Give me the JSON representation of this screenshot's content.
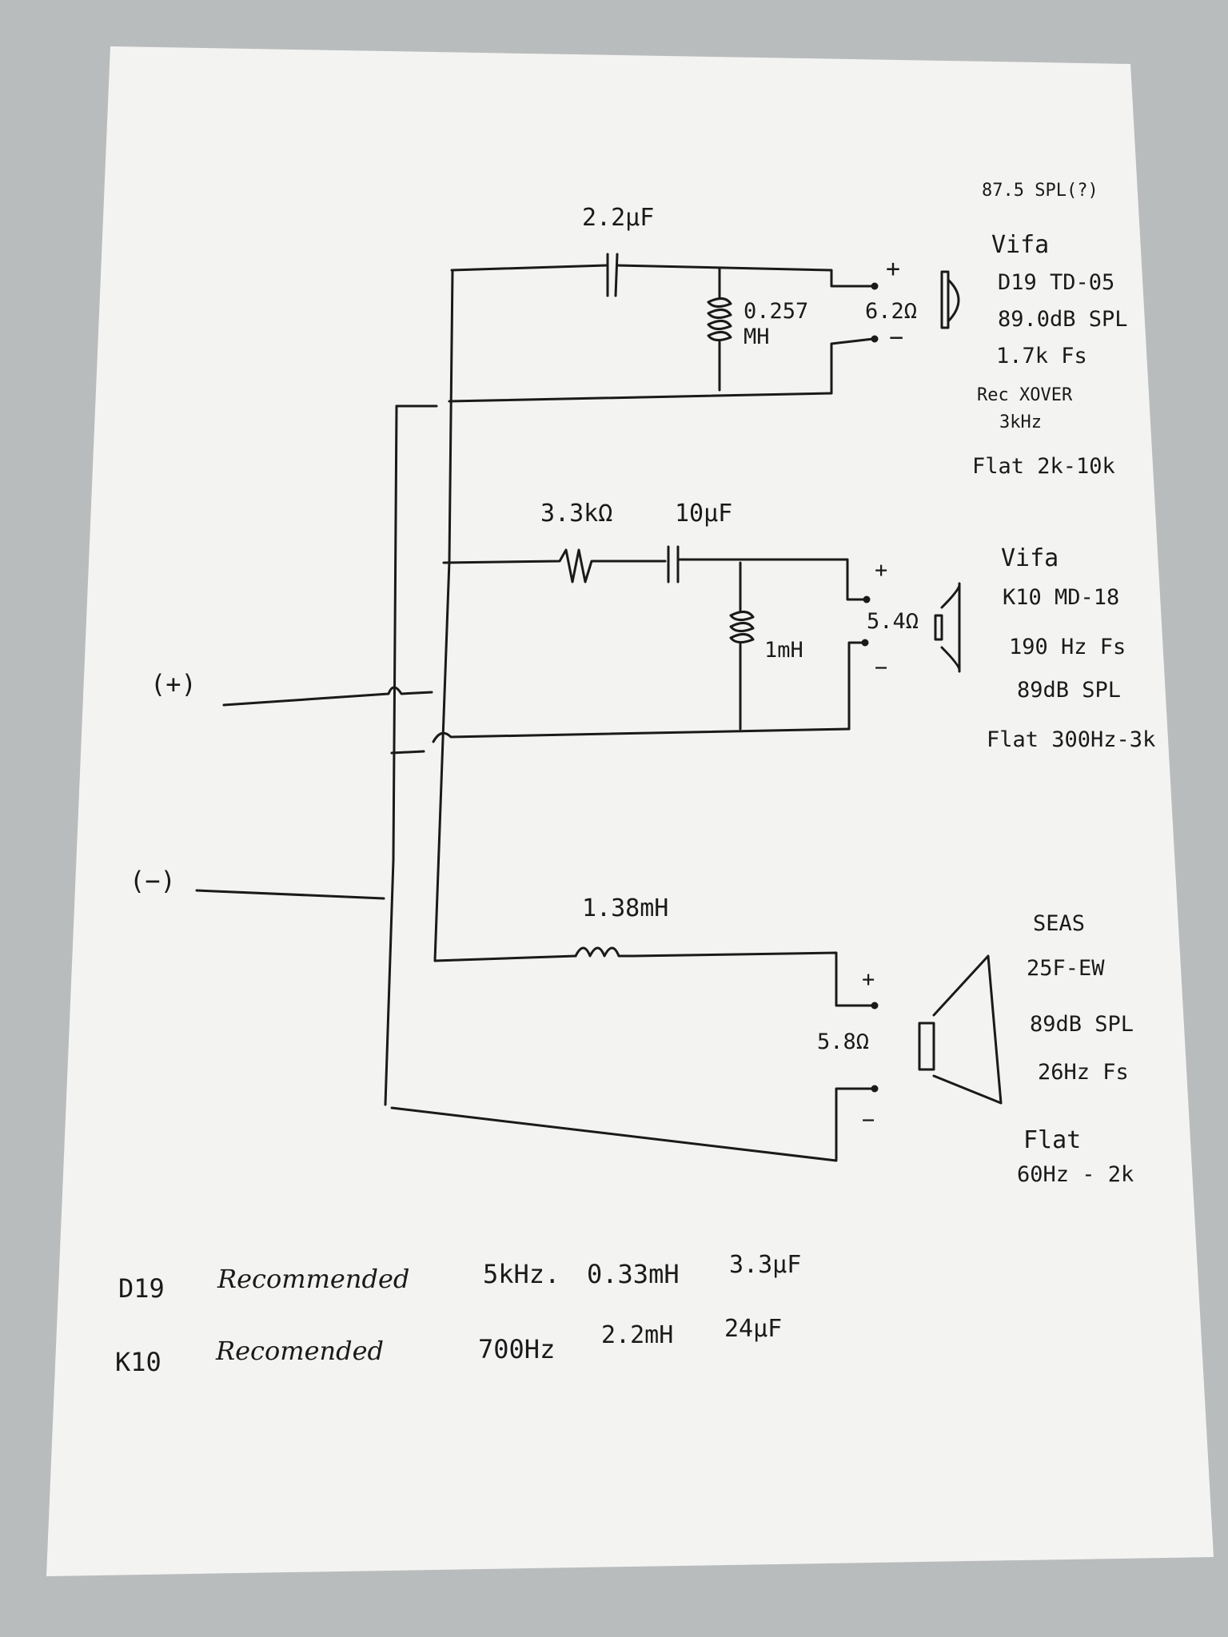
{
  "labels": {
    "tweeter": {
      "cap": "2.2µF",
      "inductor_value": "0.257",
      "inductor_unit": "MH",
      "impedance": "6.2Ω",
      "plus": "+",
      "minus": "−",
      "spl_note": "87.5 SPL(?)",
      "brand": "Vifa",
      "model": "D19 TD-05",
      "spl": "89.0dB SPL",
      "fs": "1.7k Fs",
      "rec_xover": "Rec XOVER",
      "rec_freq": "3kHz",
      "flat": "Flat 2k-10k"
    },
    "mid": {
      "resistor": "3.3kΩ",
      "cap": "10µF",
      "inductor": "1mH",
      "impedance": "5.4Ω",
      "plus": "+",
      "minus": "−",
      "brand": "Vifa",
      "model": "K10 MD-18",
      "fs": "190 Hz Fs",
      "spl": "89dB SPL",
      "flat": "Flat 300Hz-3k"
    },
    "woofer": {
      "inductor": "1.38mH",
      "impedance": "5.8Ω",
      "plus": "+",
      "minus": "−",
      "brand": "SEAS",
      "model": "25F-EW",
      "spl": "89dB SPL",
      "fs": "26Hz Fs",
      "flat_line1": "Flat",
      "flat_line2": "60Hz - 2k"
    },
    "inputs": {
      "positive": "(+)",
      "negative": "(−)"
    }
  },
  "notes": [
    {
      "driver": "D19",
      "label": "Recommended",
      "freq": "5kHz.",
      "inductor": "0.33mH",
      "cap": "3.3µF"
    },
    {
      "driver": "K10",
      "label": "Recomended",
      "freq": "700Hz",
      "inductor": "2.2mH",
      "cap": "24µF"
    }
  ]
}
